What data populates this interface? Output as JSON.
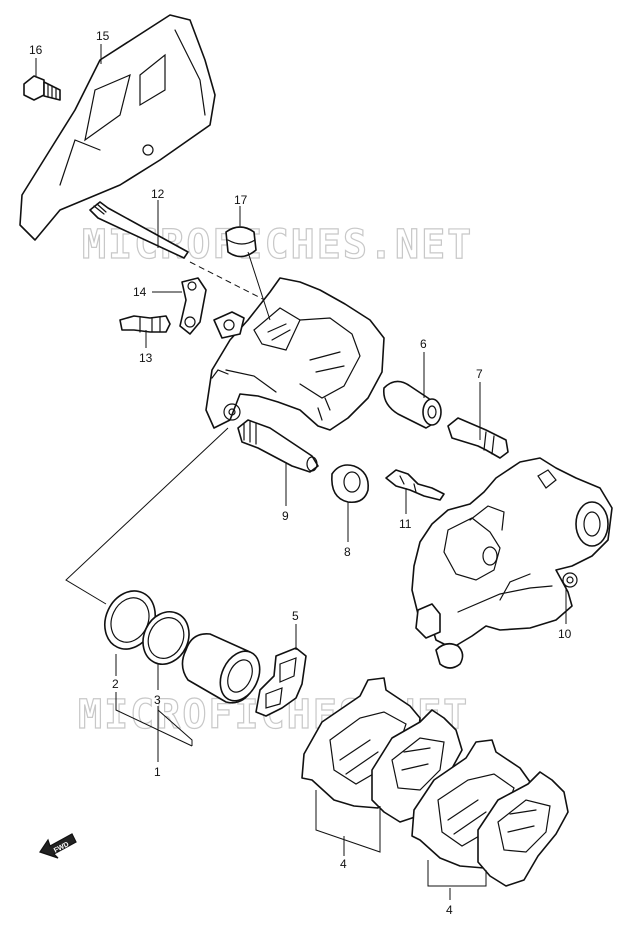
{
  "watermark": {
    "text": "MICROFICHES.NET"
  },
  "fwd_label": "FWD",
  "callouts": [
    {
      "key": "1",
      "label": "1"
    },
    {
      "key": "2",
      "label": "2"
    },
    {
      "key": "3",
      "label": "3"
    },
    {
      "key": "4a",
      "label": "4"
    },
    {
      "key": "4b",
      "label": "4"
    },
    {
      "key": "5",
      "label": "5"
    },
    {
      "key": "6",
      "label": "6"
    },
    {
      "key": "7",
      "label": "7"
    },
    {
      "key": "8",
      "label": "8"
    },
    {
      "key": "9",
      "label": "9"
    },
    {
      "key": "10",
      "label": "10"
    },
    {
      "key": "11",
      "label": "11"
    },
    {
      "key": "12",
      "label": "12"
    },
    {
      "key": "13",
      "label": "13"
    },
    {
      "key": "14",
      "label": "14"
    },
    {
      "key": "15",
      "label": "15"
    },
    {
      "key": "16",
      "label": "16"
    },
    {
      "key": "17",
      "label": "17"
    }
  ]
}
